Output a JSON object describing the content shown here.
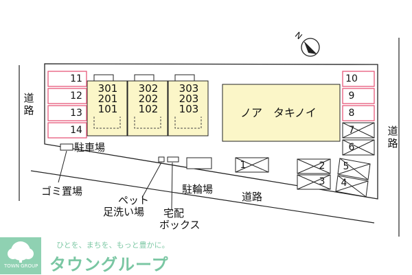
{
  "roads": {
    "left": "道路",
    "right": "道路",
    "bottom": "道路"
  },
  "compass": {
    "label": "N",
    "icon": "north-arrow-icon"
  },
  "buildings": {
    "main_units": [
      {
        "floor3": "301",
        "floor2": "201",
        "floor1": "101"
      },
      {
        "floor3": "302",
        "floor2": "202",
        "floor1": "102"
      },
      {
        "floor3": "303",
        "floor2": "203",
        "floor1": "103"
      }
    ],
    "other_building": "ノア　タキノイ"
  },
  "parking": {
    "left_spaces": [
      "11",
      "12",
      "13",
      "14"
    ],
    "right_spaces": [
      "10",
      "9",
      "8"
    ],
    "right_unavailable": [
      "7",
      "6"
    ],
    "bottom_unavailable": [
      "1",
      "2",
      "3",
      "5",
      "4"
    ],
    "label": "駐車場"
  },
  "labels": {
    "garbage": "ゴミ置場",
    "bicycle": "駐輪場",
    "pet_wash_line1": "ペット",
    "pet_wash_line2": "足洗い場",
    "delivery_line1": "宅配",
    "delivery_line2": "ボックス"
  },
  "colors": {
    "building_fill": "#fbf6c8",
    "parking_available": "#e6587a",
    "lot_outline": "#222222",
    "brand_green": "#79c6a2"
  },
  "branding": {
    "tagline": "ひとを、まちを、もっと豊かに。",
    "name": "タウングループ",
    "small": "TOWN GROUP"
  }
}
